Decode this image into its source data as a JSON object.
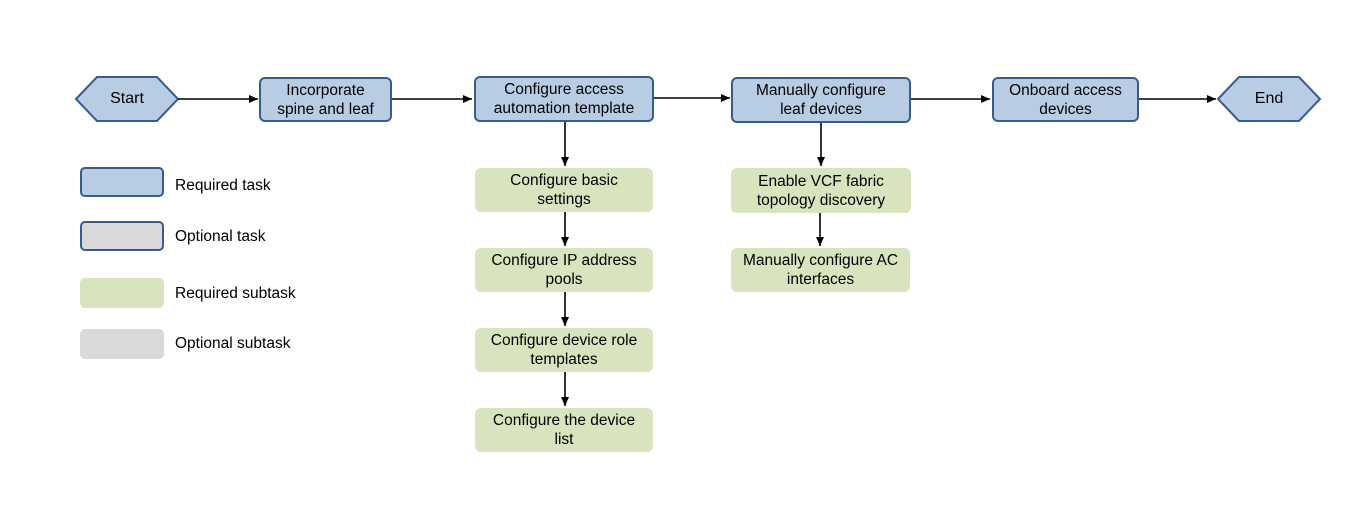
{
  "nodes": {
    "start": "Start",
    "end": "End",
    "incorporate": "Incorporate\nspine and leaf",
    "configure_template": "Configure access\nautomation template",
    "manual_leaf": "Manually configure\nleaf devices",
    "onboard": "Onboard access\ndevices"
  },
  "subtasks_template": [
    "Configure basic\nsettings",
    "Configure IP address\npools",
    "Configure device role\ntemplates",
    "Configure the device\nlist"
  ],
  "subtasks_leaf": [
    "Enable VCF fabric\ntopology discovery",
    "Manually configure AC\ninterfaces"
  ],
  "legend": {
    "required_task": "Required task",
    "optional_task": "Optional task",
    "required_subtask": "Required subtask",
    "optional_subtask": "Optional subtask"
  },
  "colors": {
    "task_fill": "#b8cce4",
    "task_border": "#385d8a",
    "subtask_fill": "#d7e4bd",
    "optional_fill": "#d9d9d9"
  }
}
